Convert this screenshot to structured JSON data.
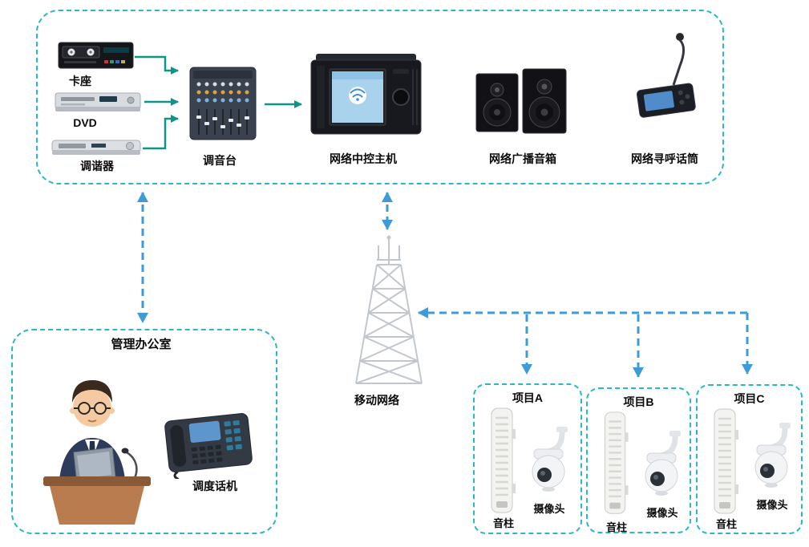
{
  "colors": {
    "box_border": "#2ab7c8",
    "arrow_blue": "#3e9bd9",
    "arrow_green": "#0e9488"
  },
  "control_room": {
    "cassette_label": "卡座",
    "dvd_label": "DVD",
    "tuner_label": "调谐器",
    "mixer_label": "调音台",
    "host_label": "网络中控主机",
    "speaker_label": "网络广播音箱",
    "paging_mic_label": "网络寻呼话筒"
  },
  "network": {
    "tower_label": "移动网络"
  },
  "office": {
    "title": "管理办公室",
    "phone_label": "调度话机"
  },
  "projects": [
    {
      "title": "项目A",
      "column_label": "音柱",
      "camera_label": "摄像头"
    },
    {
      "title": "项目B",
      "column_label": "音柱",
      "camera_label": "摄像头"
    },
    {
      "title": "项目C",
      "column_label": "音柱",
      "camera_label": "摄像头"
    }
  ]
}
